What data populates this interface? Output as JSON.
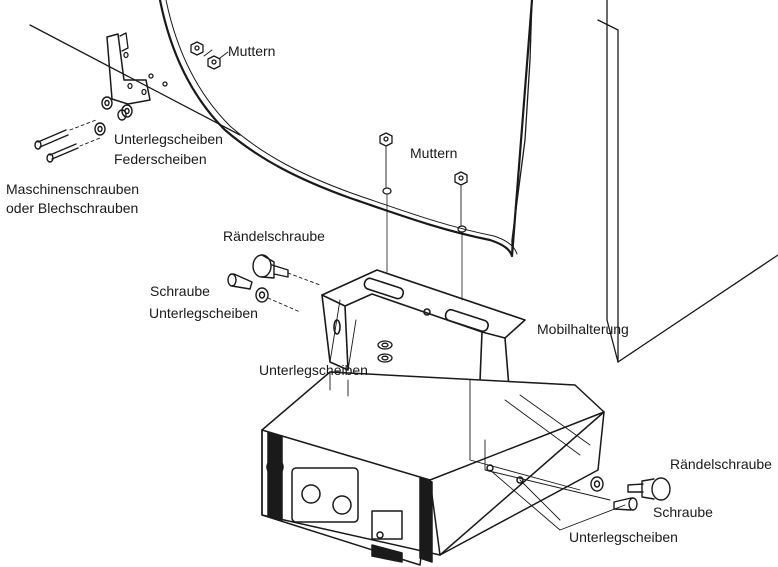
{
  "labels": {
    "nuts_top": "Muttern",
    "nuts_mid": "Muttern",
    "washers_left": "Unterlegscheiben",
    "spring_washers": "Federscheiben",
    "machine_screws_1": "Maschinenschrauben",
    "machine_screws_2": "oder Blechschrauben",
    "thumb_screw_left": "Rändelschraube",
    "screw_left": "Schraube",
    "washers_left_bracket": "Unterlegscheiben",
    "mount": "Mobilhalterung",
    "washers_center": "Unterlegscheiben",
    "thumb_screw_right": "Rändelschraube",
    "screw_right": "Schraube",
    "washers_right": "Unterlegscheiben"
  },
  "colors": {
    "line": "#1a1a1a",
    "fill": "#ffffff",
    "panel": "#1a1a1a"
  }
}
